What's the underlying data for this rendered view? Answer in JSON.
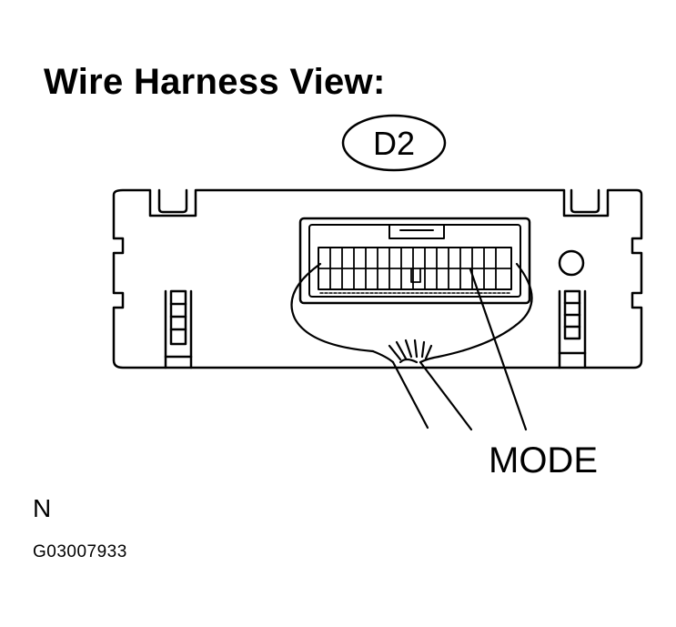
{
  "title": "Wire Harness View:",
  "connector_code": "D2",
  "callout_label": "MODE",
  "orientation_mark": "N",
  "figure_id": "G03007933"
}
